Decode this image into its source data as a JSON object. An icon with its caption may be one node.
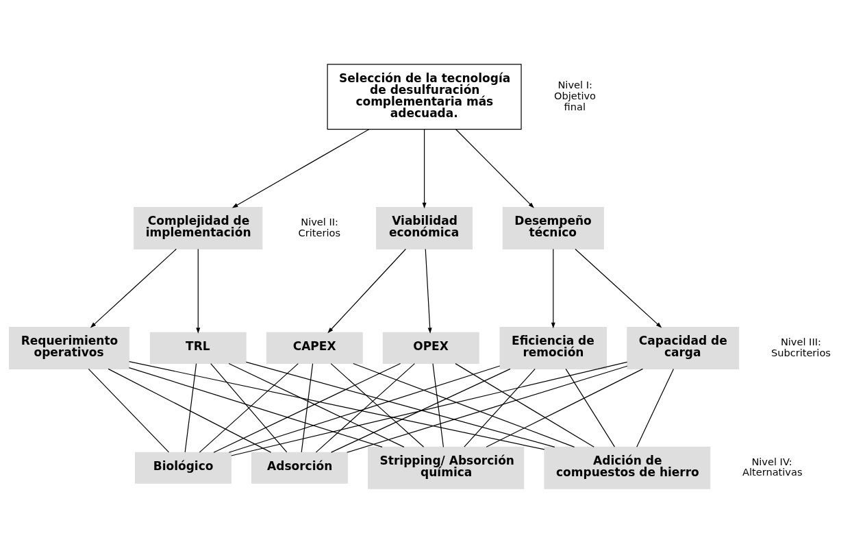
{
  "diagram": {
    "nodes": [
      {
        "text": [
          "Selección de la tecnología de desulfuración complementaria más adecuada."
        ]
      },
      {
        "text": [
          "Desempeño técnico"
        ]
      },
      {
        "text": [
          "Viabilidad económica"
        ]
      },
      {
        "text": [
          "Complejidad de implementación"
        ]
      },
      {
        "text": [
          "Capacidad de carga"
        ]
      },
      {
        "text": [
          "Eficiencia de remoción"
        ]
      },
      {
        "text": [
          "CAPEX"
        ]
      },
      {
        "text": [
          "OPEX"
        ]
      },
      {
        "text": [
          "TRL"
        ]
      },
      {
        "text": [
          "Requerimiento operativos"
        ]
      },
      {
        "text": [
          "Adición de compuestos de hierro"
        ]
      },
      {
        "text": [
          "Biológico"
        ]
      },
      {
        "text": [
          "Adsorción"
        ]
      },
      {
        "text": [
          "Stripping/ Absorción química"
        ]
      }
    ],
    "edges": [
      {
        "from": 0,
        "to": 1,
        "arrow": "to"
      },
      {
        "from": 0,
        "to": 2,
        "arrow": "to"
      },
      {
        "from": 0,
        "to": 3,
        "arrow": "to"
      },
      {
        "from": 1,
        "to": 4,
        "arrow": "to"
      },
      {
        "from": 1,
        "to": 5,
        "arrow": "to"
      },
      {
        "from": 2,
        "to": 6,
        "arrow": "to"
      },
      {
        "from": 2,
        "to": 7,
        "arrow": "to"
      },
      {
        "from": 3,
        "to": 8,
        "arrow": "to"
      },
      {
        "from": 3,
        "to": 9,
        "arrow": "to"
      },
      {
        "from": 4,
        "to": 10,
        "arrow": "none"
      },
      {
        "from": 4,
        "to": 11,
        "arrow": "none"
      },
      {
        "from": 4,
        "to": 12,
        "arrow": "none"
      },
      {
        "from": 4,
        "to": 13,
        "arrow": "none"
      },
      {
        "from": 5,
        "to": 10,
        "arrow": "none"
      },
      {
        "from": 5,
        "to": 11,
        "arrow": "none"
      },
      {
        "from": 5,
        "to": 12,
        "arrow": "none"
      },
      {
        "from": 5,
        "to": 13,
        "arrow": "none"
      },
      {
        "from": 6,
        "to": 10,
        "arrow": "none"
      },
      {
        "from": 6,
        "to": 11,
        "arrow": "none"
      },
      {
        "from": 6,
        "to": 12,
        "arrow": "none"
      },
      {
        "from": 6,
        "to": 13,
        "arrow": "none"
      },
      {
        "from": 7,
        "to": 10,
        "arrow": "none"
      },
      {
        "from": 7,
        "to": 11,
        "arrow": "none"
      },
      {
        "from": 7,
        "to": 12,
        "arrow": "none"
      },
      {
        "from": 7,
        "to": 13,
        "arrow": "none"
      },
      {
        "from": 8,
        "to": 10,
        "arrow": "none"
      },
      {
        "from": 8,
        "to": 11,
        "arrow": "none"
      },
      {
        "from": 8,
        "to": 12,
        "arrow": "none"
      },
      {
        "from": 8,
        "to": 13,
        "arrow": "none"
      },
      {
        "from": 9,
        "to": 10,
        "arrow": "none"
      },
      {
        "from": 9,
        "to": 11,
        "arrow": "none"
      },
      {
        "from": 9,
        "to": 12,
        "arrow": "none"
      },
      {
        "from": 9,
        "to": 13,
        "arrow": "none"
      }
    ],
    "labels": [
      "Nivel I: Objetivo final",
      "Nivel II: Criterios",
      "Nivel III: Subcriterios",
      "Nivel IV: Alternativas"
    ]
  }
}
